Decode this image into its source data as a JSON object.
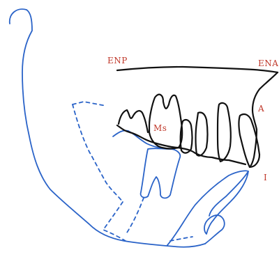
{
  "colors": {
    "background": "#ffffff",
    "mandible_stroke": "#2a63c8",
    "maxilla_stroke": "#111111",
    "label": "#c0392b"
  },
  "labels": {
    "enp": "ENP",
    "ena": "ENA",
    "a": "A",
    "ms": "Ms",
    "i": "I"
  }
}
